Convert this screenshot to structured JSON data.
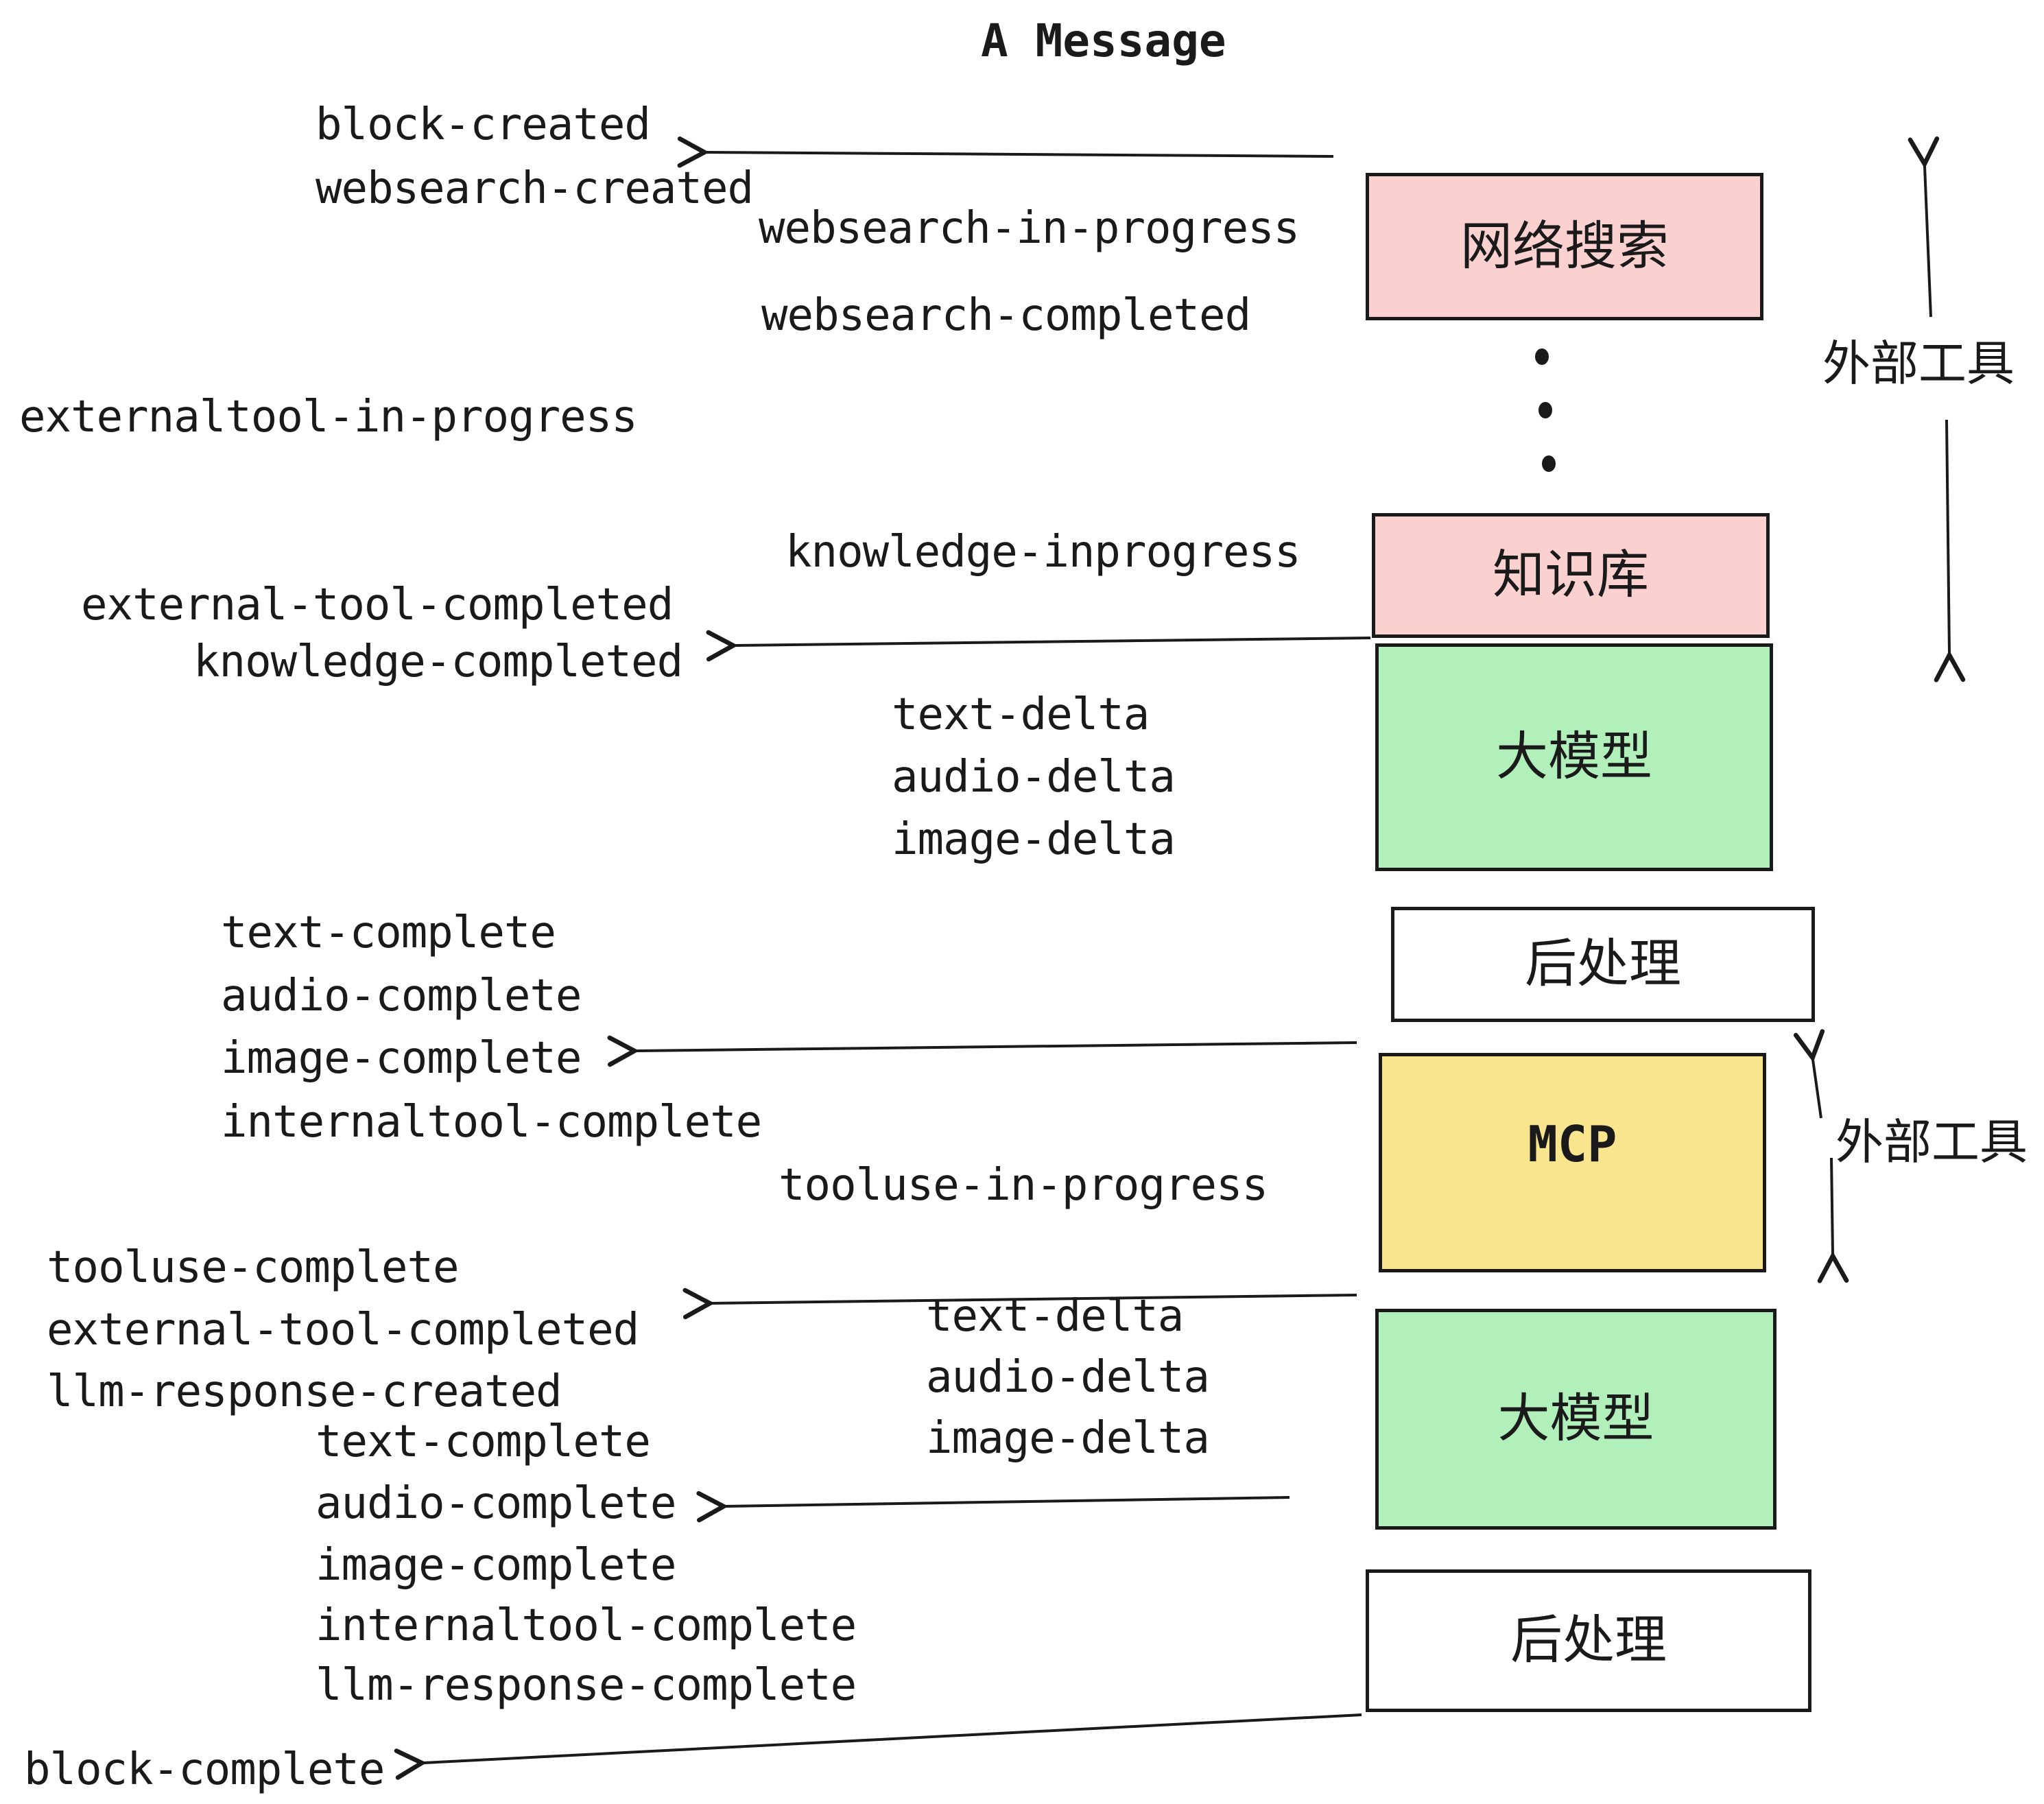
{
  "title": "A Message",
  "events": [
    "block-created",
    "websearch-created",
    "websearch-in-progress",
    "websearch-completed",
    "externaltool-in-progress",
    "knowledge-inprogress",
    "external-tool-completed",
    "knowledge-completed",
    "text-delta",
    "audio-delta",
    "image-delta",
    "text-complete",
    "audio-complete",
    "image-complete",
    "internaltool-complete",
    "tooluse-in-progress",
    "tooluse-complete",
    "external-tool-completed",
    "llm-response-created",
    "text-complete",
    "audio-complete",
    "image-complete",
    "internaltool-complete",
    "llm-response-complete",
    "block-complete"
  ],
  "boxes": [
    {
      "label": "网络搜索",
      "color": "#FBD1D0"
    },
    {
      "label": "知识库",
      "color": "#FBD1D0"
    },
    {
      "label": "大模型",
      "color": "#B1EFBB"
    },
    {
      "label": "后处理",
      "color": "#FFFFFF"
    },
    {
      "label": "MCP",
      "color": "#FAE58F"
    },
    {
      "label": "大模型",
      "color": "#B1EFBB"
    },
    {
      "label": "后处理",
      "color": "#FFFFFF"
    }
  ],
  "side_labels": [
    "外部工具",
    "外部工具"
  ],
  "colors": {
    "ink": "#1A1A1A",
    "pink": "#FBD1D0",
    "green": "#B1EFBB",
    "yellow": "#FAE58F",
    "white": "#FFFFFF"
  },
  "continuation_dots_count": 3
}
